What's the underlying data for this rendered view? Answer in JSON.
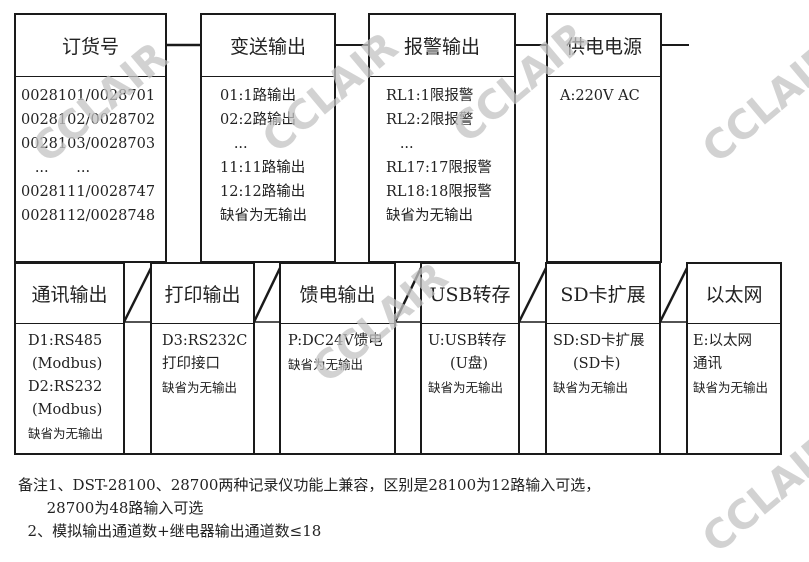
{
  "watermark": "CCLAIR",
  "top_row": [
    {
      "title": "订货号",
      "lines": [
        "0028101/0028701",
        "0028102/0028702",
        "0028103/0028703",
        "   ...      ...",
        "0028111/0028747",
        "0028112/0028748"
      ]
    },
    {
      "title": "变送输出",
      "lines": [
        "01:1路输出",
        "02:2路输出",
        "   ...",
        "11:11路输出",
        "12:12路输出",
        "缺省为无输出"
      ]
    },
    {
      "title": "报警输出",
      "lines": [
        "RL1:1限报警",
        "RL2:2限报警",
        "   ...",
        "RL17:17限报警",
        "RL18:18限报警",
        "缺省为无输出"
      ]
    },
    {
      "title": "供电电源",
      "lines": [
        "A:220V AC"
      ]
    }
  ],
  "bottom_row": [
    {
      "title": "通讯输出",
      "lines": [
        "D1:RS485",
        "(Modbus)",
        "D2:RS232",
        "(Modbus)"
      ],
      "default": "缺省为无输出"
    },
    {
      "title": "打印输出",
      "lines": [
        "D3:RS232C",
        "打印接口"
      ],
      "default": "缺省为无输出"
    },
    {
      "title": "馈电输出",
      "lines": [
        "P:DC24V馈电"
      ],
      "default": "缺省为无输出"
    },
    {
      "title": "USB转存",
      "lines": [
        "U:USB转存",
        "(U盘)"
      ],
      "default": "缺省为无输出"
    },
    {
      "title": "SD卡扩展",
      "lines": [
        "SD:SD卡扩展",
        "(SD卡)"
      ],
      "default": "缺省为无输出"
    },
    {
      "title": "以太网",
      "lines": [
        "E:以太网",
        "通讯"
      ],
      "default": "缺省为无输出"
    }
  ],
  "notes": [
    "备注1、DST-28100、28700两种记录仪功能上兼容，区别是28100为12路输入可选，",
    "      28700为48路输入可选",
    "  2、模拟输出通道数+继电器输出通道数≤18"
  ]
}
